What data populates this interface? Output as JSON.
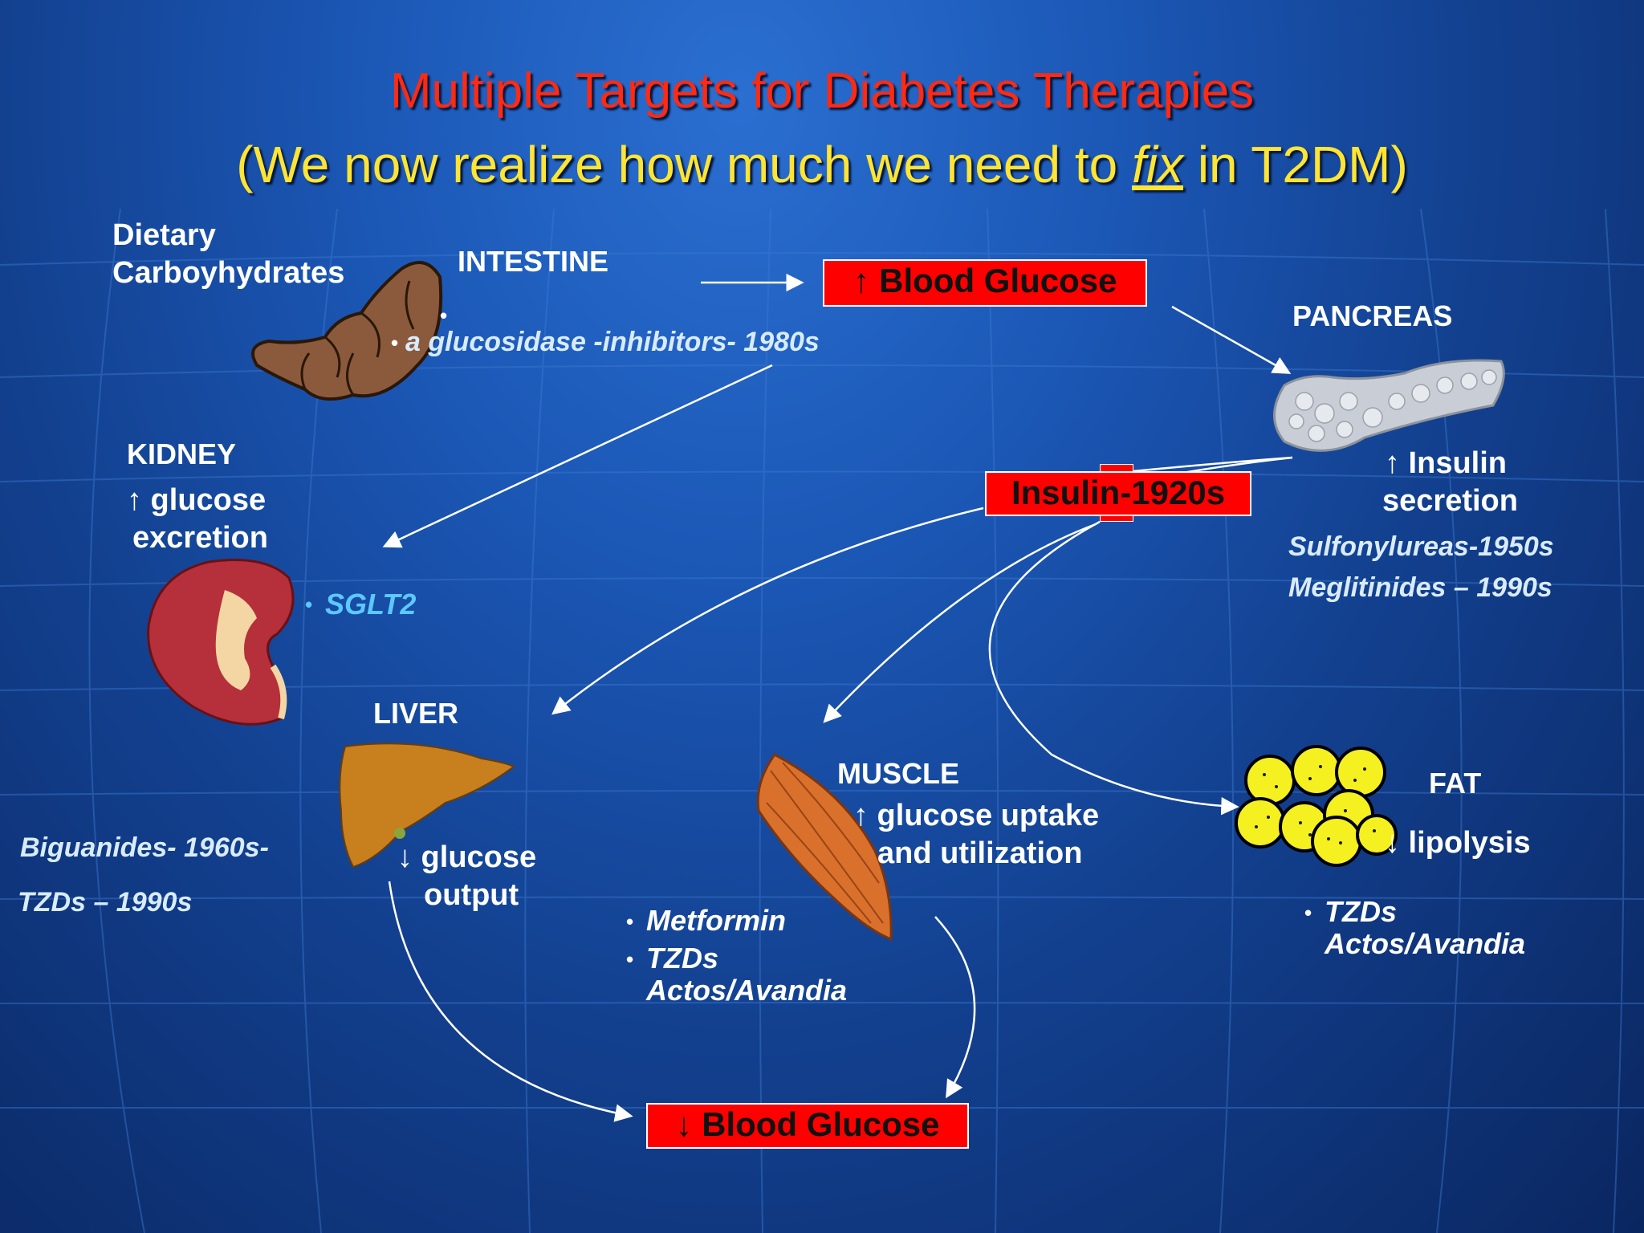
{
  "title": {
    "line1": "Multiple Targets for Diabetes Therapies",
    "line2_before": "(We now realize how much we need to ",
    "line2_fix": "fix",
    "line2_after": " in T2DM)"
  },
  "dietary": {
    "line1": "Dietary",
    "line2": "Carboyhydrates"
  },
  "intestine": {
    "label": "INTESTINE",
    "drug": "a glucosidase -inhibitors- 1980s"
  },
  "blood_glucose_up": {
    "arrow": "↑",
    "text": "Blood Glucose"
  },
  "pancreas": {
    "label": "PANCREAS",
    "effect_line1": "↑ Insulin",
    "effect_line2": "secretion",
    "drugs": [
      "Sulfonylureas-1950s",
      "Meglitinides – 1990s"
    ]
  },
  "insulin_box": "Insulin-1920s",
  "kidney": {
    "label": "KIDNEY",
    "line1": "↑ glucose",
    "line2": "excretion",
    "drug": "SGLT2"
  },
  "liver": {
    "label": "LIVER",
    "effect_line1": "↓ glucose",
    "effect_line2": "output",
    "drugs": [
      "Biguanides- 1960s-",
      "TZDs – 1990s"
    ]
  },
  "muscle": {
    "label": "MUSCLE",
    "effect_line1": "↑ glucose uptake",
    "effect_line2": "and utilization",
    "drug1": "Metformin",
    "drug2_line1": "TZDs",
    "drug2_line2": "Actos/Avandia"
  },
  "fat": {
    "label": "FAT",
    "effect": "↓ lipolysis",
    "drug_line1": "TZDs",
    "drug_line2": "Actos/Avandia"
  },
  "blood_glucose_down": {
    "arrow": "↓",
    "text": "Blood Glucose"
  },
  "bullet": "•",
  "colors": {
    "title_red": "#ff2a12",
    "title_yellow": "#ffe533",
    "box_red": "#ff0000",
    "background_blue": "#1b57b5",
    "sglt_blue": "#5cc8ff"
  }
}
